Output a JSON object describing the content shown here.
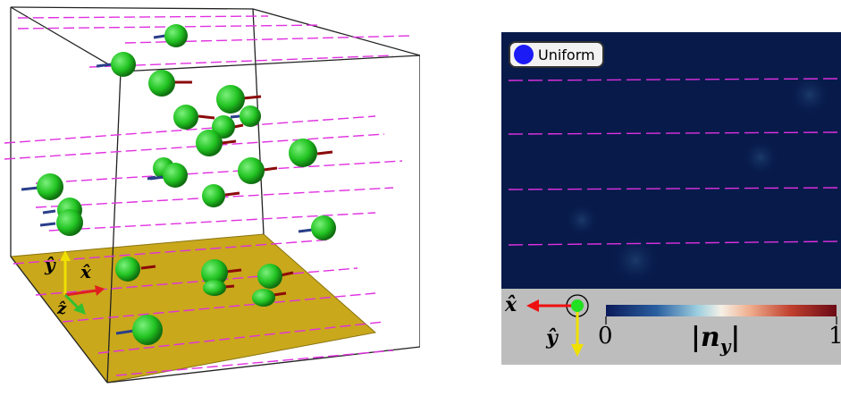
{
  "left_panel": {
    "axes": {
      "x": "x̂",
      "y": "ŷ",
      "z": "ẑ"
    },
    "colors": {
      "particle": "#22c422",
      "plate": "#c9a81c",
      "director": "#e030e0",
      "arrow_red": "#8b0a0a",
      "arrow_blue": "#2a3f8a"
    }
  },
  "right_panel": {
    "legend": {
      "label": "Uniform",
      "color": "#1b1bf5"
    },
    "axes": {
      "x": "x̂",
      "y": "ŷ"
    },
    "colorbar": {
      "min_label": "0",
      "max_label": "1",
      "title": "|ny|",
      "title_main": "|n",
      "title_sub": "y",
      "title_end": "|"
    },
    "colors": {
      "background": "#071a4a",
      "director": "#e030e0",
      "panel": "#bdbdbd"
    }
  }
}
